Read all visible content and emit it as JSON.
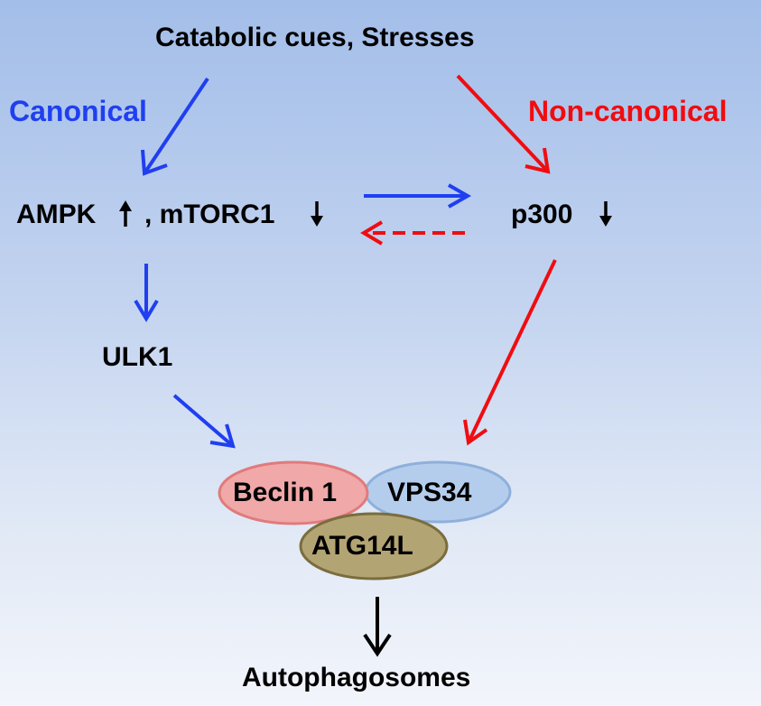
{
  "nodes": {
    "catabolic": "Catabolic cues, Stresses",
    "canonical": "Canonical",
    "non_canonical": "Non-canonical",
    "ampk": "AMPK",
    "mtorc1": ", mTORC1",
    "p300": "p300",
    "ulk1": "ULK1",
    "beclin1": "Beclin 1",
    "vps34": "VPS34",
    "atg14l": "ATG14L",
    "autophagosomes": "Autophagosomes"
  },
  "colors": {
    "canonical": "#1f3ff0",
    "non_canonical": "#f00c10",
    "beclin_fill": "#f0a8a8",
    "beclin_stroke": "#e07b7b",
    "vps_fill": "#b5cdec",
    "vps_stroke": "#8eb0db",
    "atg_fill": "#b3a473",
    "atg_stroke": "#7a6d3e",
    "text": "#000000"
  }
}
